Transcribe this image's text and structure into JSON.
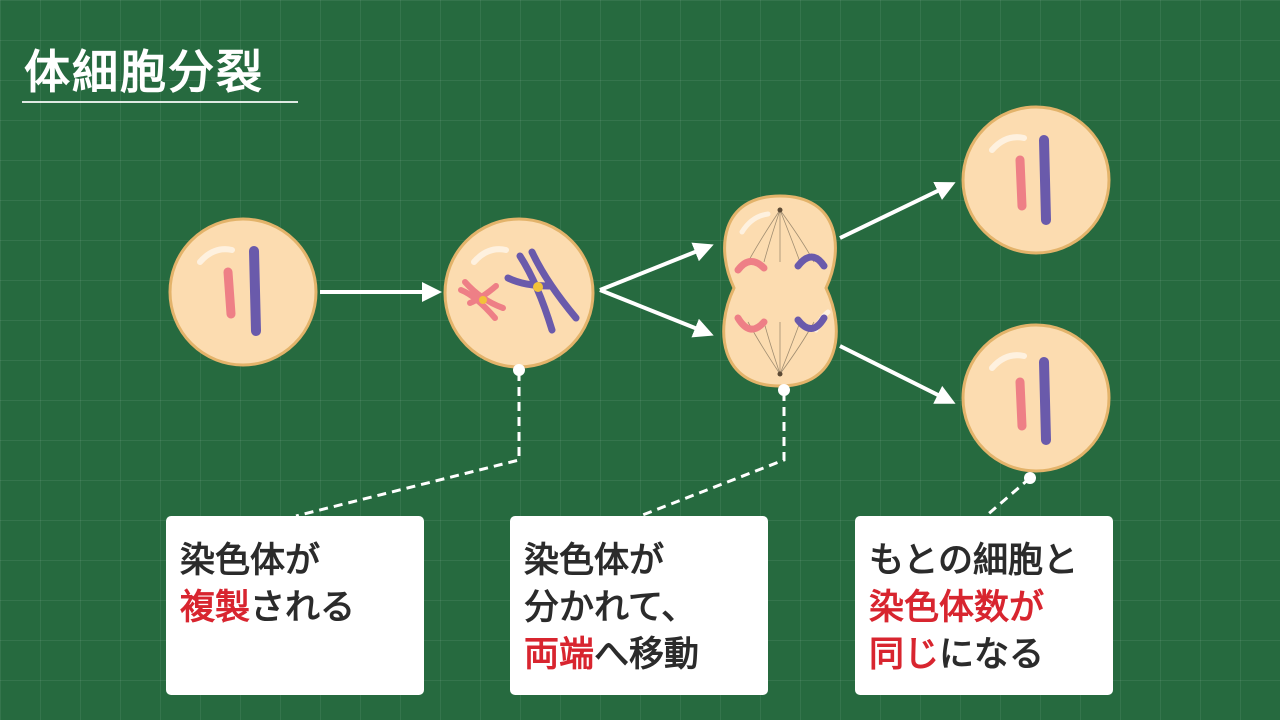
{
  "title": "体細胞分裂",
  "colors": {
    "background": "#266a3f",
    "cell_fill": "#fcdcb0",
    "cell_stroke": "#e3b36a",
    "chromosome_red": "#ee7f86",
    "chromosome_blue": "#6a5aab",
    "highlight": "#d8252f",
    "arrow": "#ffffff"
  },
  "cards": [
    {
      "lines": [
        [
          {
            "text": "染色体が",
            "hl": false
          }
        ],
        [
          {
            "text": "複製",
            "hl": true
          },
          {
            "text": "される",
            "hl": false
          }
        ]
      ]
    },
    {
      "lines": [
        [
          {
            "text": "染色体が",
            "hl": false
          }
        ],
        [
          {
            "text": "分かれて、",
            "hl": false
          }
        ],
        [
          {
            "text": "両端",
            "hl": true
          },
          {
            "text": "へ移動",
            "hl": false
          }
        ]
      ]
    },
    {
      "lines": [
        [
          {
            "text": "もとの細胞と",
            "hl": false
          }
        ],
        [
          {
            "text": "染色体数が",
            "hl": true
          }
        ],
        [
          {
            "text": "同じ",
            "hl": true
          },
          {
            "text": "になる",
            "hl": false
          }
        ]
      ]
    }
  ]
}
